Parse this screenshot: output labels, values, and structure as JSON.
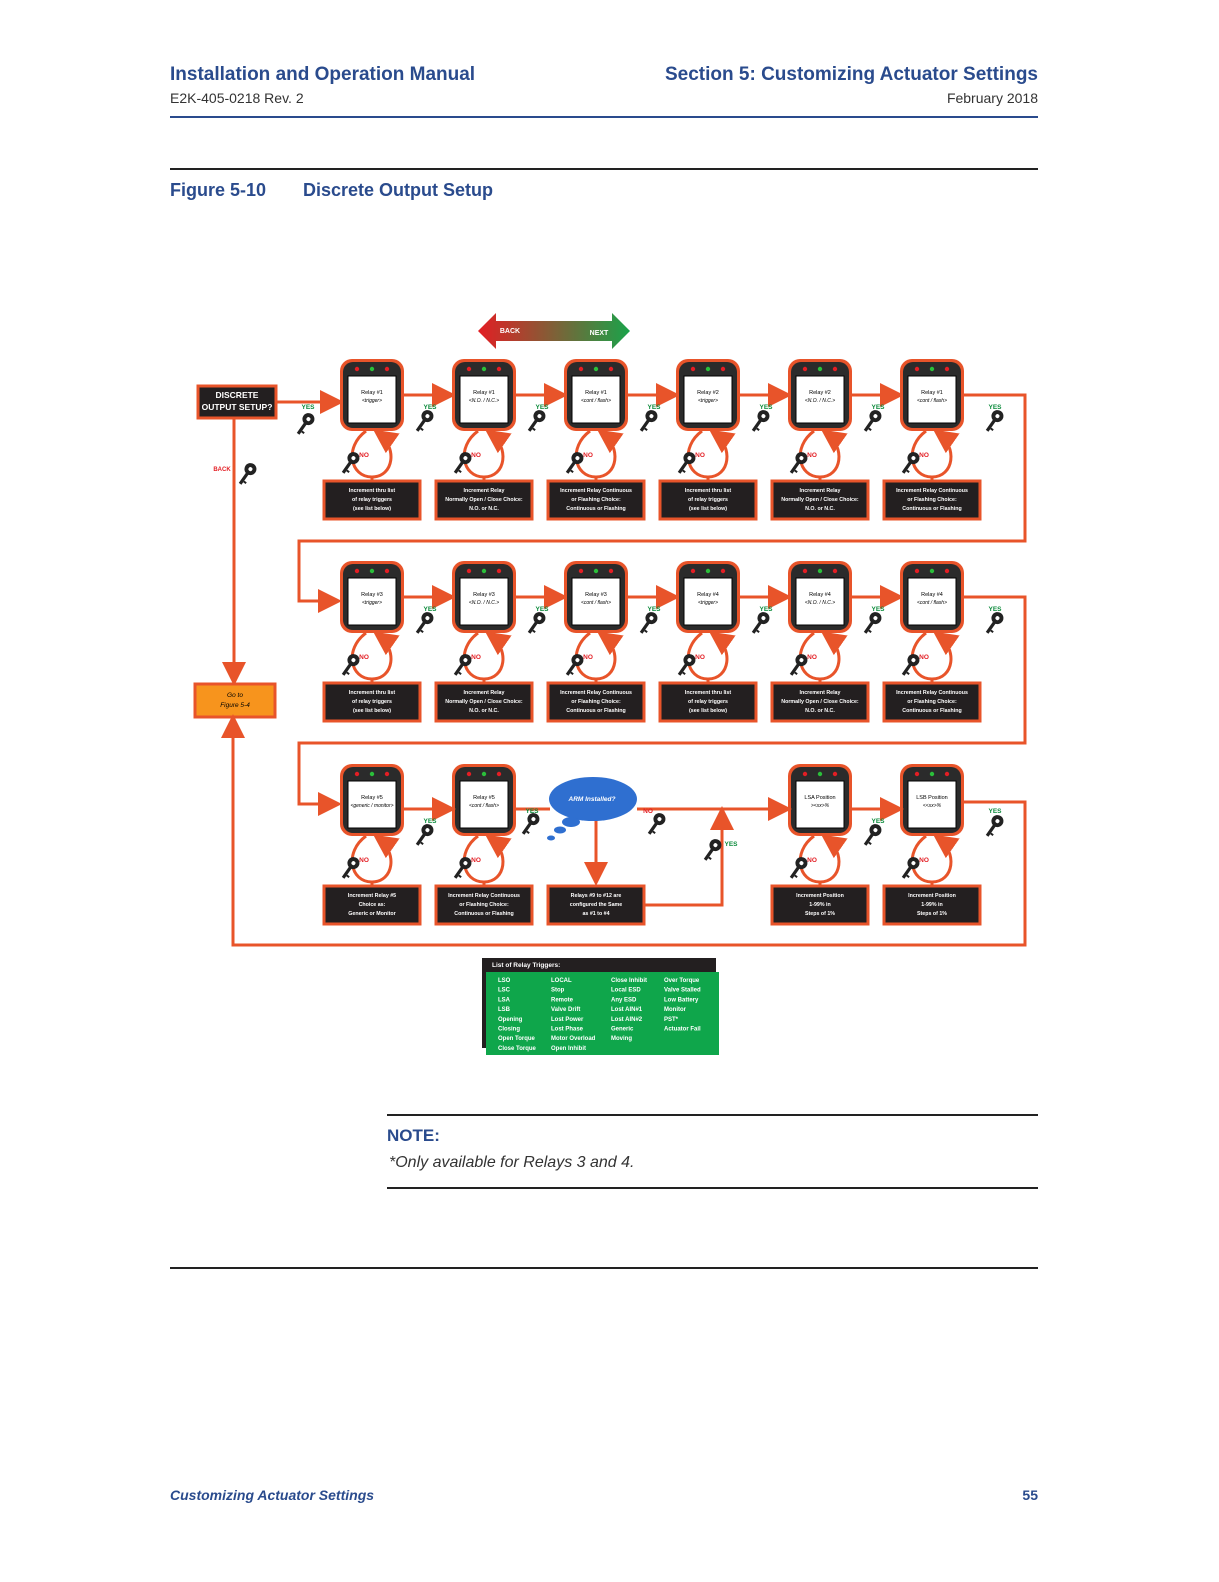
{
  "header": {
    "manual_title": "Installation and Operation Manual",
    "section_title": "Section 5: Customizing Actuator Settings",
    "doc_number": "E2K-405-0218 Rev. 2",
    "date": "February 2018"
  },
  "figure": {
    "number": "Figure 5-10",
    "title": "Discrete Output Setup"
  },
  "diagram": {
    "nav_arrow": {
      "back": "BACK",
      "next": "NEXT"
    },
    "start_box": [
      "DISCRETE",
      "OUTPUT SETUP?"
    ],
    "back_label": "BACK",
    "goto_box": [
      "Go to",
      "Figure 5-4"
    ],
    "yes": "YES",
    "no": "NO",
    "rows": [
      {
        "screens": [
          {
            "title": "Relay #1",
            "value": "<trigger>"
          },
          {
            "title": "Relay #1",
            "value": "<N.O. / N.C.>"
          },
          {
            "title": "Relay #1",
            "value": "<cont / flash>"
          },
          {
            "title": "Relay #2",
            "value": "<trigger>"
          },
          {
            "title": "Relay #2",
            "value": "<N.O. / N.C.>"
          },
          {
            "title": "Relay #1",
            "value": "<cont / flash>"
          }
        ],
        "actions": [
          [
            "Increment thru list",
            "of relay triggers",
            "(see list below)"
          ],
          [
            "Increment  Relay",
            "Normally Open / Close Choice:",
            "N.O. or N.C."
          ],
          [
            "Increment Relay Continuous",
            "or Flashing Choice:",
            "Continuous or Flashing"
          ],
          [
            "Increment thru list",
            "of relay triggers",
            "(see list below)"
          ],
          [
            "Increment  Relay",
            "Normally Open / Close Choice:",
            "N.O. or N.C."
          ],
          [
            "Increment Relay Continuous",
            "or Flashing Choice:",
            "Continuous or Flashing"
          ]
        ]
      },
      {
        "screens": [
          {
            "title": "Relay #3",
            "value": "<trigger>"
          },
          {
            "title": "Relay #3",
            "value": "<N.O. / N.C.>"
          },
          {
            "title": "Relay #3",
            "value": "<cont / flash>"
          },
          {
            "title": "Relay #4",
            "value": "<trigger>"
          },
          {
            "title": "Relay #4",
            "value": "<N.O. / N.C.>"
          },
          {
            "title": "Relay #4",
            "value": "<cont / flash>"
          }
        ],
        "actions": [
          [
            "Increment thru list",
            "of relay triggers",
            "(see list below)"
          ],
          [
            "Increment  Relay",
            "Normally Open / Close Choice:",
            "N.O. or N.C."
          ],
          [
            "Increment Relay Continuous",
            "or Flashing Choice:",
            "Continuous or Flashing"
          ],
          [
            "Increment thru list",
            "of relay triggers",
            "(see list below)"
          ],
          [
            "Increment  Relay",
            "Normally Open / Close Choice:",
            "N.O. or N.C."
          ],
          [
            "Increment Relay Continuous",
            "or Flashing Choice:",
            "Continuous or Flashing"
          ]
        ]
      },
      {
        "screens": [
          {
            "title": "Relay #5",
            "value": "<generic / monitor>"
          },
          {
            "title": "Relay #5",
            "value": "<cont / flash>"
          },
          {
            "title": "LSA Position",
            "value": "><xx>%"
          },
          {
            "title": "LSB Position",
            "value": "<<xx>%"
          }
        ],
        "actions": [
          [
            "Increment Relay #5",
            "Choice as:",
            "Generic or Monitor"
          ],
          [
            "Increment Relay Continuous",
            "or Flashing Choice:",
            "Continuous or Flashing"
          ],
          [
            "Relays #9 to #12 are",
            "configured the Same",
            "as #1 to #4"
          ],
          [
            "Increment  Position",
            "1-99% in",
            "Steps of 1%"
          ],
          [
            "Increment  Position",
            "1-99% in",
            "Steps of 1%"
          ]
        ],
        "decision": "ARM Installed?"
      }
    ],
    "trigger_list": {
      "title": "List of Relay Triggers:",
      "columns": [
        [
          "LSO",
          "LSC",
          "LSA",
          "LSB",
          "Opening",
          "Closing",
          "Open Torque",
          "Close Torque"
        ],
        [
          "LOCAL",
          "Stop",
          "Remote",
          "Valve Drift",
          "Lost Power",
          "Lost Phase",
          "Motor Overload",
          "Open Inhibit"
        ],
        [
          "Close Inhibit",
          "Local ESD",
          "Any ESD",
          "Lost AIN#1",
          "Lost AIN#2",
          "Generic",
          "Moving"
        ],
        [
          "Over Torque",
          "Valve Stalled",
          "Low Battery",
          "Monitor",
          "PST*",
          "Actuator Fail"
        ]
      ]
    },
    "colors": {
      "line": "#e8542a",
      "action_box": "#231f20",
      "action_border": "#e8542a",
      "list_bg": "#0fa64b",
      "goto_box": "#f7941d",
      "decision": "#2f6fd0",
      "yes": "#0a8a3a",
      "no": "#e31e24"
    }
  },
  "note": {
    "label": "NOTE:",
    "text": "*Only available for Relays 3 and 4."
  },
  "footer": {
    "section": "Customizing Actuator Settings",
    "page": "55"
  }
}
